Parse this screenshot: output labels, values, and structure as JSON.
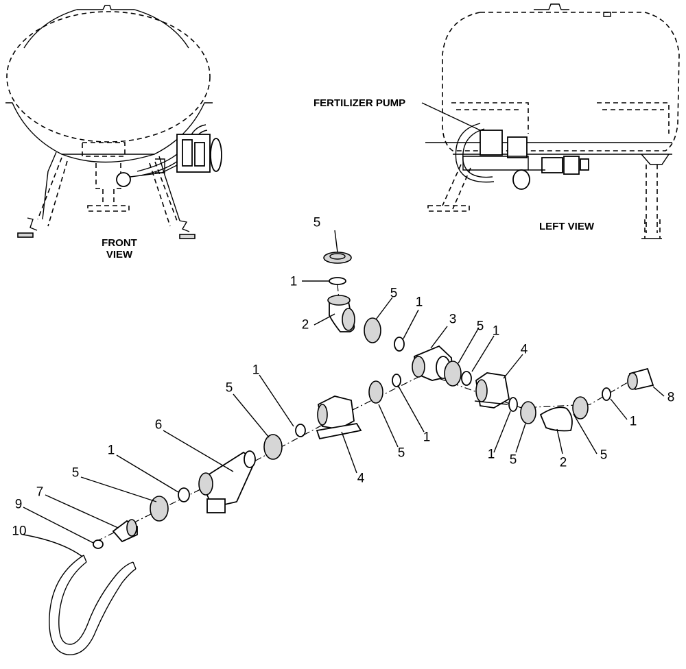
{
  "views": {
    "front": "FRONT\nVIEW",
    "left": "LEFT VIEW",
    "pump_label": "FERTILIZER PUMP"
  },
  "callouts": [
    {
      "id": "c1a",
      "text": "5"
    },
    {
      "id": "c1b",
      "text": "1"
    },
    {
      "id": "c1c",
      "text": "2"
    },
    {
      "id": "c1d",
      "text": "5"
    },
    {
      "id": "c1e",
      "text": "1"
    },
    {
      "id": "c1f",
      "text": "3"
    },
    {
      "id": "c1g",
      "text": "5"
    },
    {
      "id": "c1h",
      "text": "1"
    },
    {
      "id": "c1i",
      "text": "4"
    },
    {
      "id": "c1j",
      "text": "1"
    },
    {
      "id": "c1k",
      "text": "8"
    },
    {
      "id": "c1l",
      "text": "1"
    },
    {
      "id": "c1m",
      "text": "5"
    },
    {
      "id": "c1n",
      "text": "2"
    },
    {
      "id": "c1o",
      "text": "5"
    },
    {
      "id": "c1p",
      "text": "1"
    },
    {
      "id": "c1q",
      "text": "5"
    },
    {
      "id": "c1r",
      "text": "1"
    },
    {
      "id": "c1s",
      "text": "5"
    },
    {
      "id": "c1t",
      "text": "4"
    },
    {
      "id": "c1u",
      "text": "6"
    },
    {
      "id": "c1v",
      "text": "1"
    },
    {
      "id": "c1w",
      "text": "5"
    },
    {
      "id": "c1x",
      "text": "7"
    },
    {
      "id": "c1y",
      "text": "9"
    },
    {
      "id": "c1z",
      "text": "10"
    }
  ]
}
